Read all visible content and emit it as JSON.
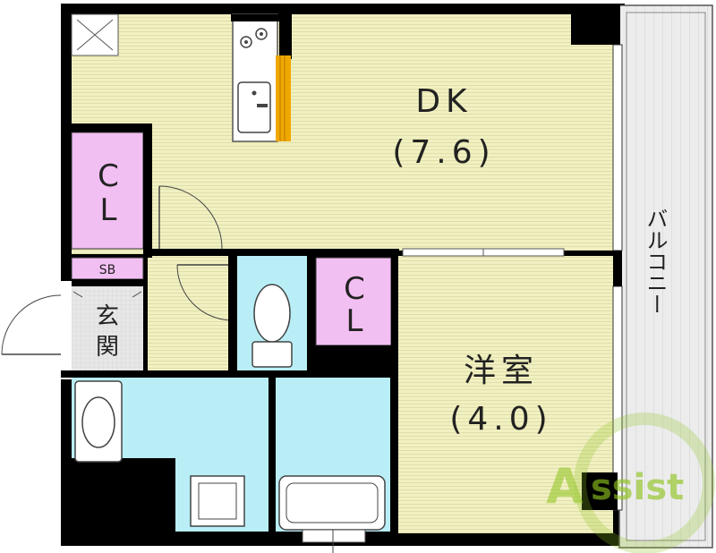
{
  "rooms": {
    "dk_name": "DK",
    "dk_size": "(7.6)",
    "western_name": "洋室",
    "western_size": "(4.0)",
    "closet_1": "C\nL",
    "closet_1_top": "C",
    "closet_1_bottom": "L",
    "closet_2_top": "C",
    "closet_2_bottom": "L",
    "shoe_box": "SB",
    "entrance_top": "玄",
    "entrance_bottom": "関",
    "balcony": "バルコニー"
  },
  "watermark": {
    "text": "Assist"
  },
  "colors": {
    "floor": "#f1f0c2",
    "closet": "#f2bff2",
    "wet_area": "#b9eef7",
    "wall": "#000000",
    "balcony": "#e8e8e8",
    "kitchen_accent": "#f0a800",
    "watermark_green": "#8fc31f"
  }
}
